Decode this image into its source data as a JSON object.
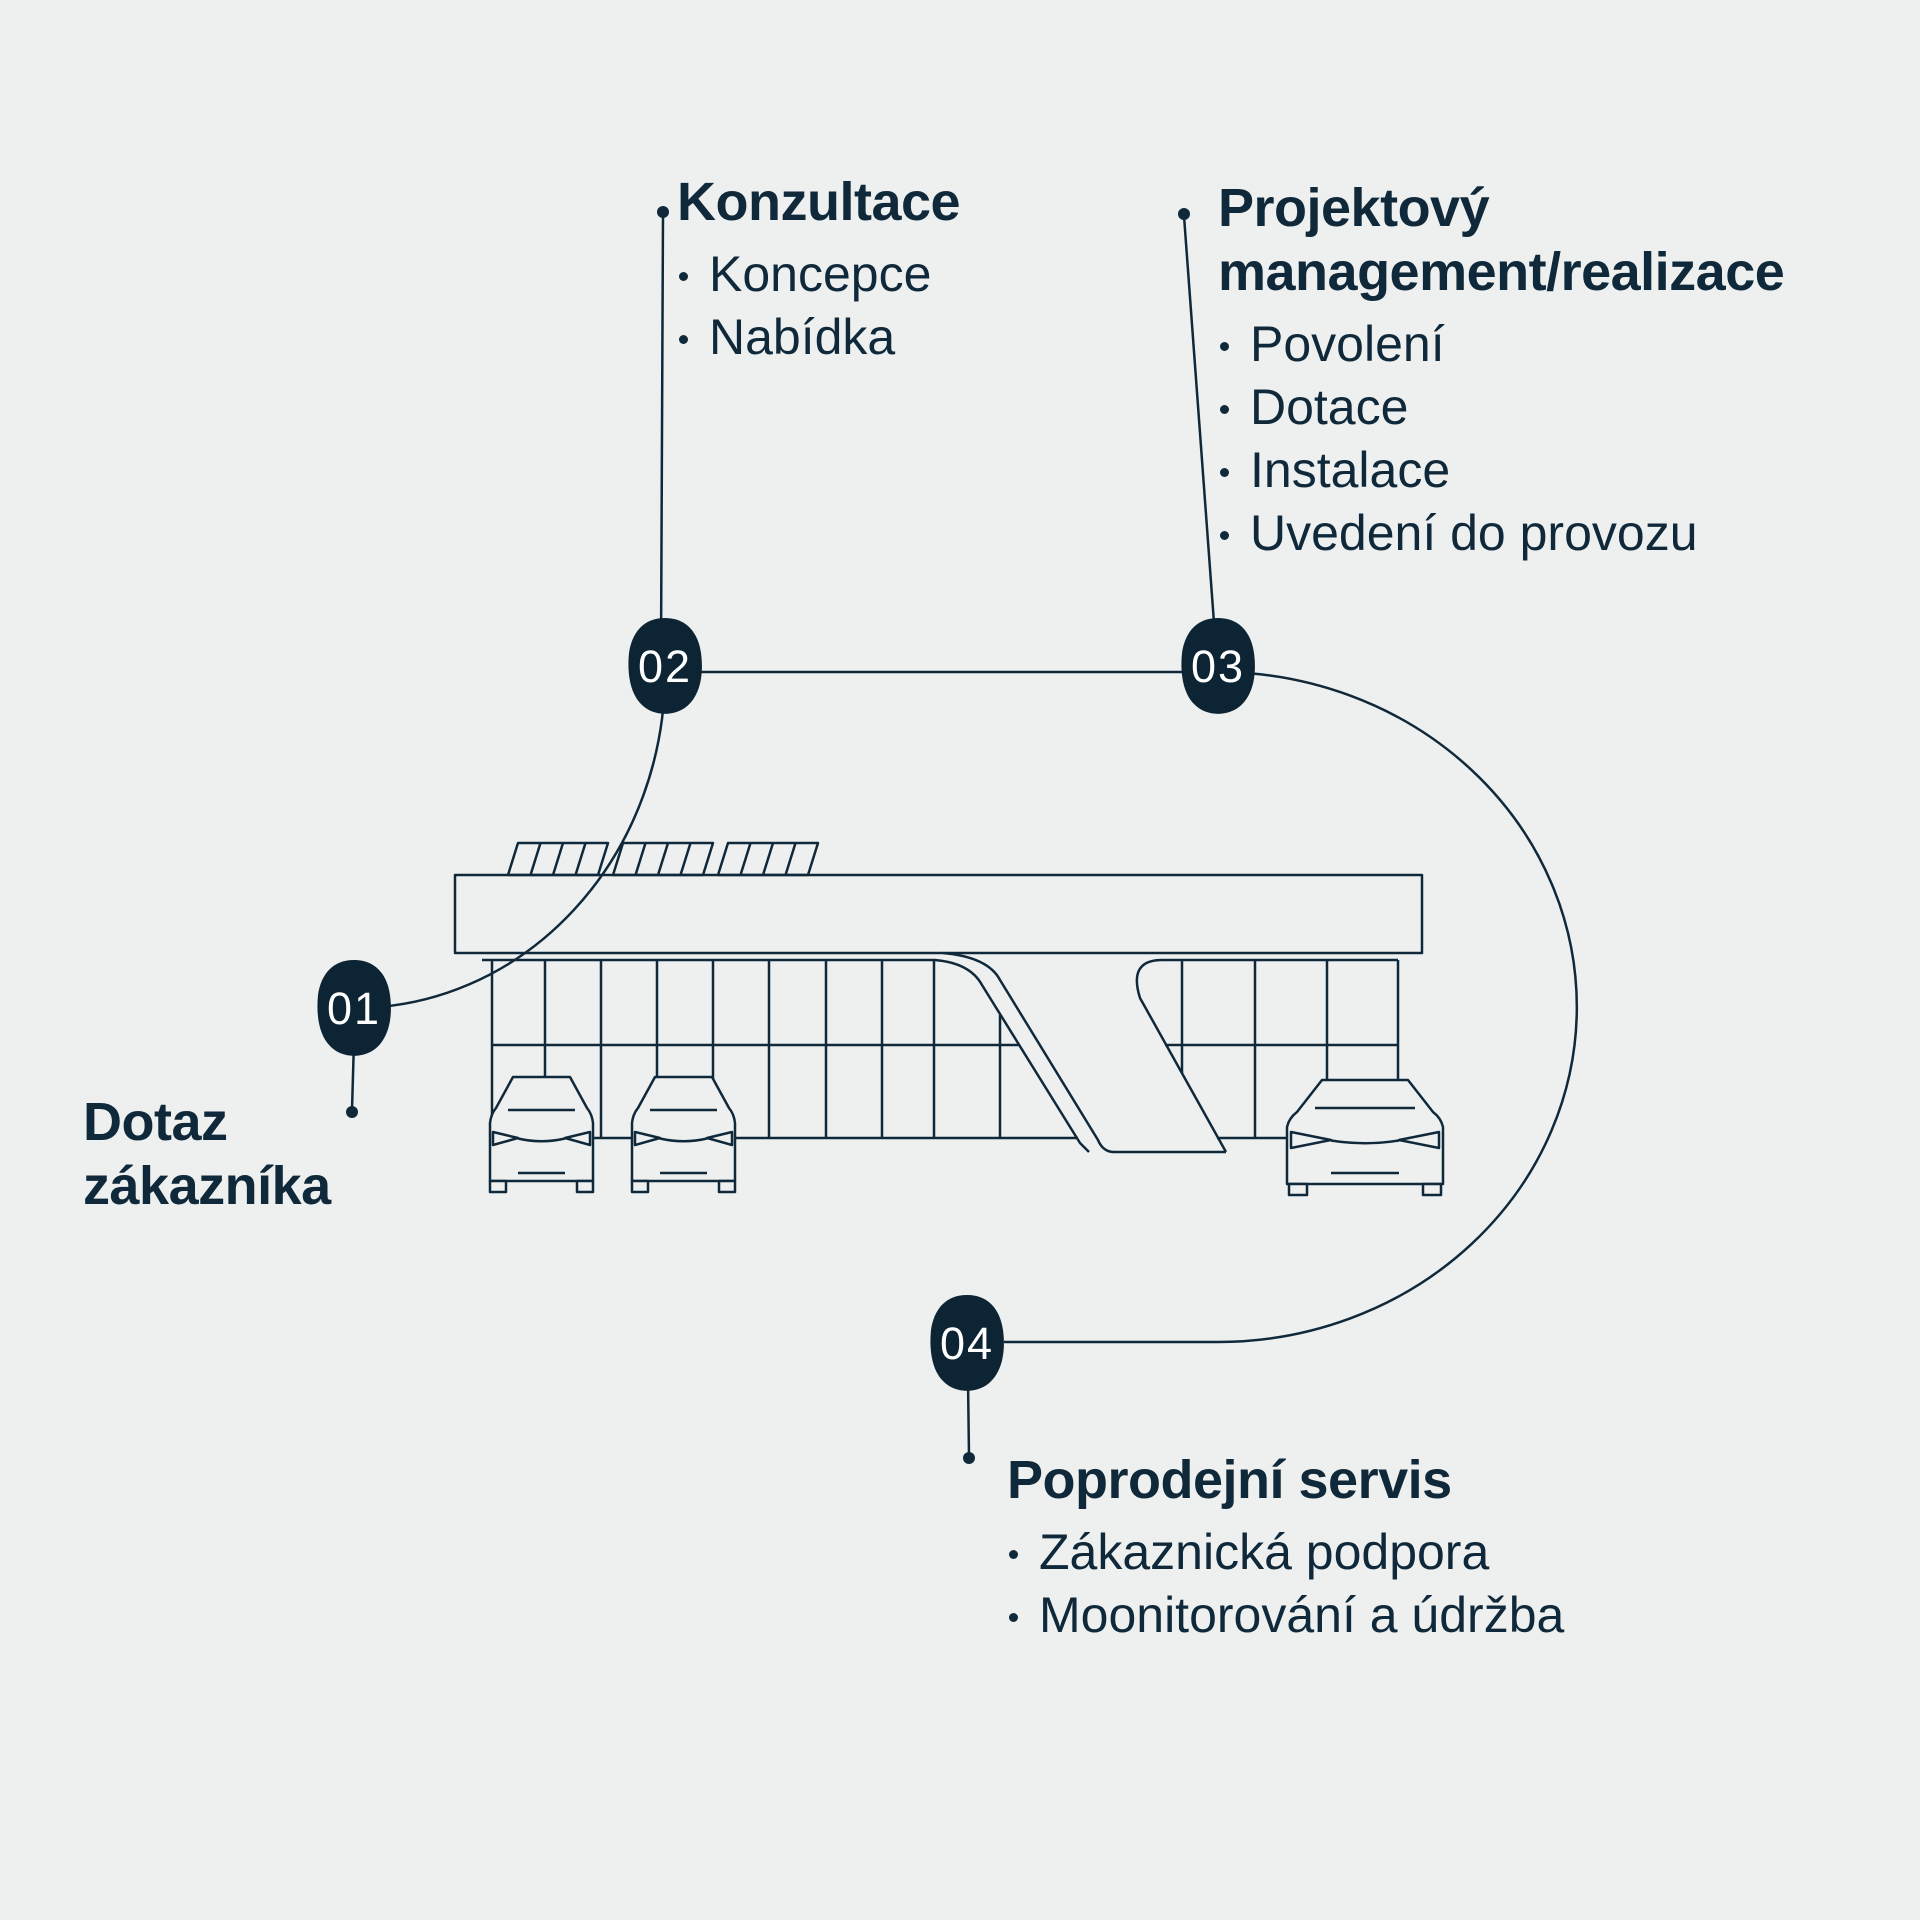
{
  "colors": {
    "background": "#eef0f0",
    "ink": "#10293a",
    "node-fill": "#0c2433",
    "node-text": "#ffffff"
  },
  "steps": [
    {
      "number": "01",
      "title": "Dotaz\nzákazníka",
      "bullets": []
    },
    {
      "number": "02",
      "title": "Konzultace",
      "bullets": [
        "Koncepce",
        "Nabídka"
      ]
    },
    {
      "number": "03",
      "title": "Projektový\nmanagement/realizace",
      "bullets": [
        "Povolení",
        "Dotace",
        "Instalace",
        "Uvedení do provozu"
      ]
    },
    {
      "number": "04",
      "title": "Poprodejní servis",
      "bullets": [
        "Zákaznická podpora",
        "Moonitorování a údržba"
      ]
    }
  ],
  "illustration": {
    "subject": "car showroom with solar panels and three electric cars, line art"
  }
}
